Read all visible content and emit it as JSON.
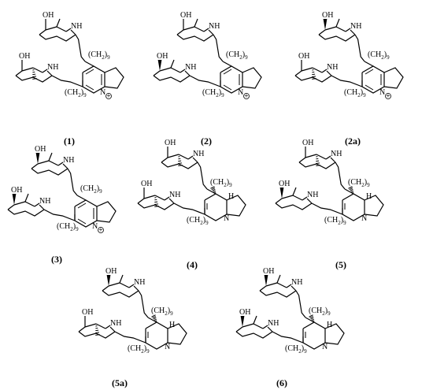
{
  "labels": {
    "oh": "OH",
    "nh": "NH",
    "n": "N",
    "h": "H",
    "plus": "+",
    "chain": "(CH2)9"
  },
  "compounds": [
    {
      "id": "1",
      "caption": "(1)"
    },
    {
      "id": "2",
      "caption": "(2)"
    },
    {
      "id": "2a",
      "caption": "(2a)"
    },
    {
      "id": "3",
      "caption": "(3)"
    },
    {
      "id": "4",
      "caption": "(4)"
    },
    {
      "id": "5",
      "caption": "(5)"
    },
    {
      "id": "5a",
      "caption": "(5a)"
    },
    {
      "id": "6",
      "caption": "(6)"
    }
  ]
}
